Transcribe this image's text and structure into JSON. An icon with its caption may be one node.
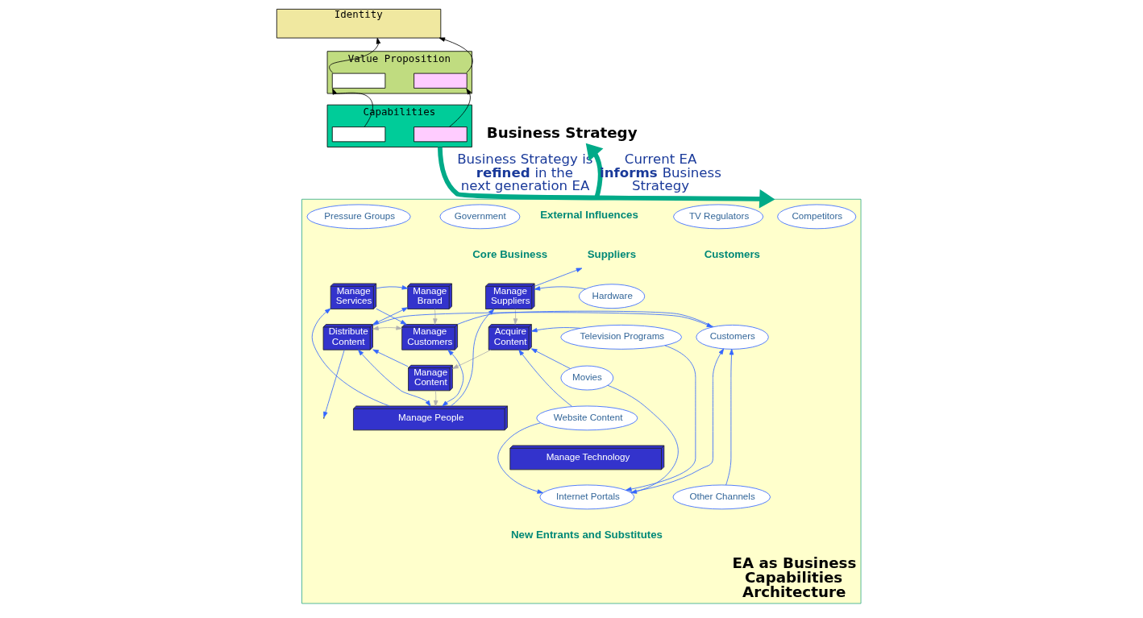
{
  "diagram": {
    "nodes": [
      {
        "text": [
          "Identity"
        ]
      },
      {
        "text": [
          "Value Proposition"
        ]
      },
      {
        "text": [],
        "shape": "box",
        "in": 1
      },
      {
        "text": [],
        "shape": "box",
        "in": 1
      },
      {
        "text": [
          "Capabilities"
        ]
      },
      {
        "text": [],
        "shape": "box",
        "in": 4
      },
      {
        "text": [],
        "shape": "box",
        "in": 4
      },
      {
        "text": [
          "Business Strategy"
        ]
      },
      {
        "text": [
          "EA as Business Capabilities Architecture"
        ]
      },
      {
        "text": [
          "External Influences"
        ],
        "in": 8
      },
      {
        "text": [
          "TV Regulators"
        ],
        "in": 8
      },
      {
        "text": [
          "Pressure Groups"
        ],
        "in": 8
      },
      {
        "text": [
          "Government"
        ],
        "in": 8
      },
      {
        "text": [
          "Competitors"
        ],
        "in": 8
      },
      {
        "text": [
          "Core Business"
        ],
        "in": 8
      },
      {
        "text": [
          "Suppliers"
        ],
        "in": 8
      },
      {
        "text": [
          "Hardware"
        ],
        "in": 8
      },
      {
        "text": [
          "Television Programs"
        ],
        "in": 8
      },
      {
        "text": [
          "Movies"
        ],
        "in": 8
      },
      {
        "text": [
          "Website Content"
        ],
        "in": 8
      },
      {
        "text": [
          "Manage Suppliers"
        ],
        "in": 8
      },
      {
        "text": [
          "Manage Services"
        ],
        "in": 8
      },
      {
        "text": [
          "Manage Brand"
        ],
        "in": 8
      },
      {
        "text": [
          "Acquire Content"
        ],
        "in": 8
      },
      {
        "text": [
          "Distribute Content"
        ],
        "in": 8
      },
      {
        "text": [
          "Manage Customers"
        ],
        "in": 8
      },
      {
        "text": [
          "Manage Content"
        ],
        "in": 8
      },
      {
        "text": [
          "Manage People"
        ],
        "in": 8
      },
      {
        "text": [
          "Manage Technology"
        ],
        "in": 8
      },
      {
        "text": [
          "Customers"
        ],
        "in": 8
      },
      {
        "text": [
          "Customers"
        ],
        "in": 8
      },
      {
        "text": [
          "Internet Portals"
        ],
        "in": 8
      },
      {
        "text": [
          "Other Channels"
        ],
        "in": 8
      },
      {
        "text": [
          "New Entrants and Substitutes"
        ],
        "in": 8
      }
    ],
    "edges": [
      {
        "from": 5,
        "to": 2,
        "arrow": "to",
        "color": "#000000"
      },
      {
        "from": 6,
        "to": 3,
        "arrow": "to",
        "color": "#000000"
      },
      {
        "from": 2,
        "to": 0,
        "arrow": "to",
        "color": "#000000"
      },
      {
        "from": 3,
        "to": 0,
        "arrow": "to",
        "color": "#000000"
      },
      {
        "from": 8,
        "to": 7,
        "arrow": "to",
        "label": "Current EA **informs** Business Strategy",
        "style": "thick",
        "color": "#00aa88"
      },
      {
        "from": 4,
        "to": 8,
        "arrow": "to",
        "label": "Business Strategy is **refined** in the next generation EA",
        "style": "thick",
        "color": "#00aa88"
      },
      {
        "from": 20,
        "to": 15,
        "arrow": "to"
      },
      {
        "from": 16,
        "to": 20,
        "arrow": "to"
      },
      {
        "from": 17,
        "to": 23,
        "arrow": "to"
      },
      {
        "from": 18,
        "to": 23,
        "arrow": "to"
      },
      {
        "from": 19,
        "to": 23,
        "arrow": "to"
      },
      {
        "from": 27,
        "to": 20,
        "arrow": "to"
      },
      {
        "from": 27,
        "to": 21,
        "arrow": "to"
      },
      {
        "from": 21,
        "to": 22,
        "arrow": "to"
      },
      {
        "from": 21,
        "to": 25,
        "arrow": "to"
      },
      {
        "from": 22,
        "to": 24,
        "arrow": "both"
      },
      {
        "from": 22,
        "to": 25,
        "arrow": "to",
        "color": "#b0b0b0"
      },
      {
        "from": 24,
        "to": 25,
        "arrow": "both",
        "color": "#b0b0b0"
      },
      {
        "from": 20,
        "to": 23,
        "arrow": "to",
        "color": "#b0b0b0"
      },
      {
        "from": 23,
        "to": 26,
        "arrow": "to",
        "color": "#b0b0b0"
      },
      {
        "from": 26,
        "to": 27,
        "arrow": "to",
        "color": "#b0b0b0"
      },
      {
        "from": 26,
        "to": 24,
        "arrow": "to"
      },
      {
        "from": 24,
        "to": 27,
        "arrow": "both"
      },
      {
        "from": 25,
        "to": 27,
        "arrow": "both"
      },
      {
        "from": 25,
        "to": 30,
        "arrow": "none"
      },
      {
        "from": 24,
        "to": 30,
        "arrow": "to"
      },
      {
        "from": 24,
        "to": null,
        "arrow": "to"
      },
      {
        "from": 17,
        "to": 31,
        "arrow": "to"
      },
      {
        "from": 18,
        "to": 31,
        "arrow": "to"
      },
      {
        "from": 19,
        "to": 31,
        "arrow": "to"
      },
      {
        "from": 31,
        "to": 30,
        "arrow": "to"
      },
      {
        "from": 32,
        "to": 30,
        "arrow": "to"
      }
    ]
  }
}
